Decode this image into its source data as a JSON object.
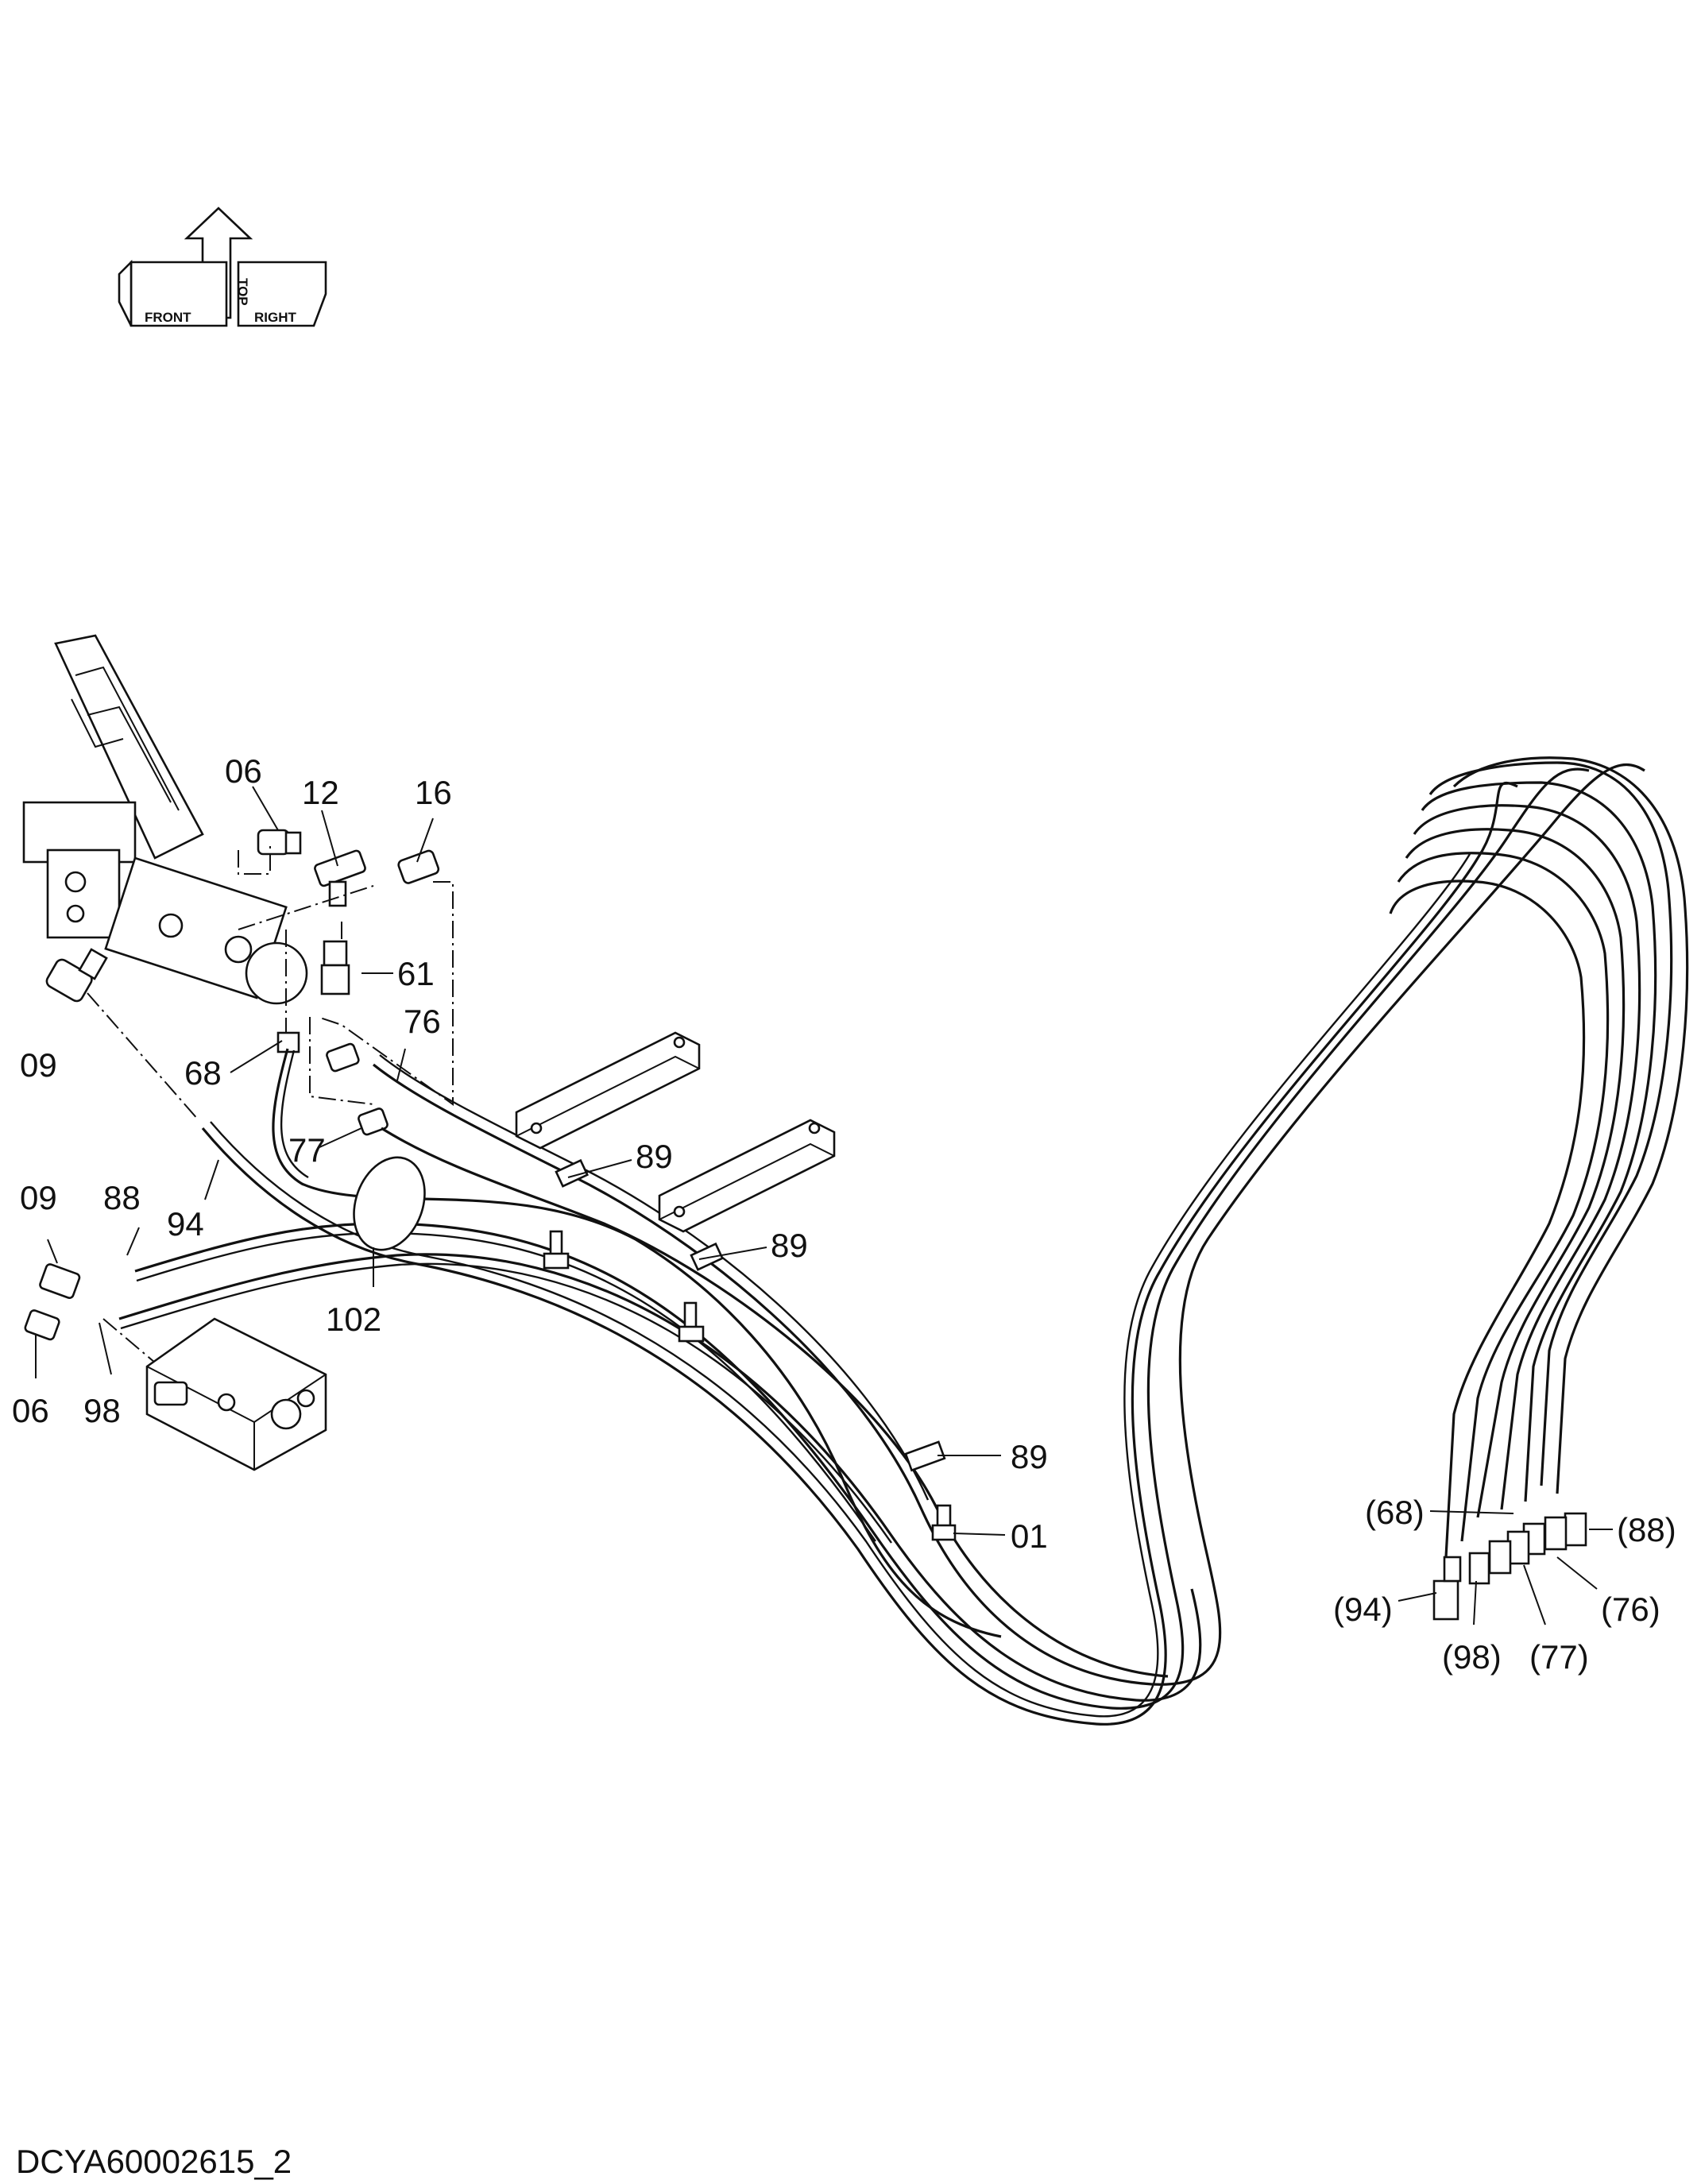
{
  "drawing_code": "DCYA60002615_2",
  "orientation": {
    "front": "FRONT",
    "top": "TOP",
    "right": "RIGHT"
  },
  "callouts": {
    "c06a": "06",
    "c12": "12",
    "c16": "16",
    "c61": "61",
    "c09a": "09",
    "c76": "76",
    "c68": "68",
    "c77": "77",
    "c89a": "89",
    "c09b": "09",
    "c88": "88",
    "c94": "94",
    "c89b": "89",
    "c102": "102",
    "c06b": "06",
    "c98": "98",
    "c89c": "89",
    "c01": "01",
    "r68": "(68)",
    "r88": "(88)",
    "r94": "(94)",
    "r76": "(76)",
    "r98": "(98)",
    "r77": "(77)"
  }
}
